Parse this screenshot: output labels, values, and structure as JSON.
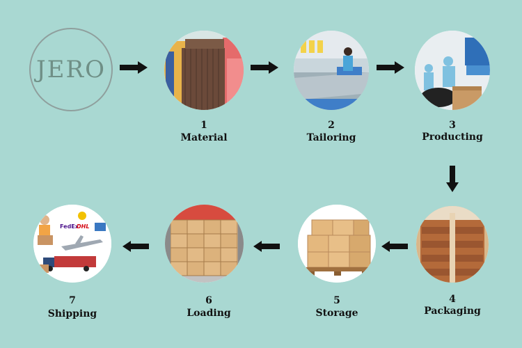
{
  "logo": {
    "text": "JERO"
  },
  "steps": [
    {
      "number": "1",
      "label": "Material"
    },
    {
      "number": "2",
      "label": "Tailoring"
    },
    {
      "number": "3",
      "label": "Producting"
    },
    {
      "number": "4",
      "label": "Packaging"
    },
    {
      "number": "5",
      "label": "Storage"
    },
    {
      "number": "6",
      "label": "Loading"
    },
    {
      "number": "7",
      "label": "Shipping"
    }
  ],
  "shipping_logos": {
    "fedex": "FedEx",
    "dhl": "DHL"
  },
  "colors": {
    "background": "#a9d8d2",
    "logo_ring": "#8f9f9d",
    "logo_text": "#6f8f86",
    "arrow": "#111111"
  }
}
